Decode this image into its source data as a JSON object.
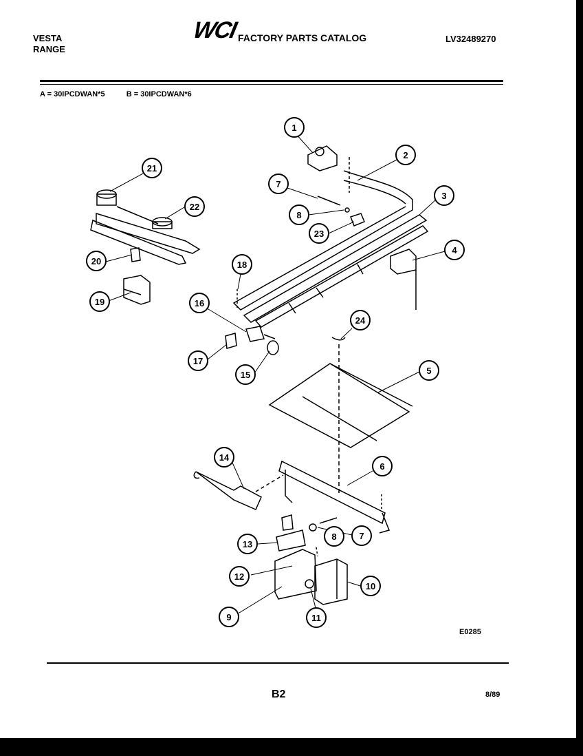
{
  "header": {
    "brand_line1": "VESTA",
    "brand_line2": "RANGE",
    "logo": "WCI",
    "catalog_title": "FACTORY PARTS CATALOG",
    "document_number": "LV32489270"
  },
  "models": {
    "a": "A = 30IPCDWAN*5",
    "b": "B = 30IPCDWAN*6"
  },
  "diagram": {
    "figure_code": "E0285",
    "callouts": [
      "1",
      "2",
      "3",
      "4",
      "5",
      "6",
      "7",
      "8",
      "23",
      "21",
      "22",
      "20",
      "19",
      "18",
      "16",
      "17",
      "15",
      "24",
      "14",
      "13",
      "12",
      "9",
      "11",
      "10"
    ],
    "callout_second_7": "7",
    "callout_second_8": "8"
  },
  "footer": {
    "page_code": "B2",
    "date_code": "8/89"
  }
}
